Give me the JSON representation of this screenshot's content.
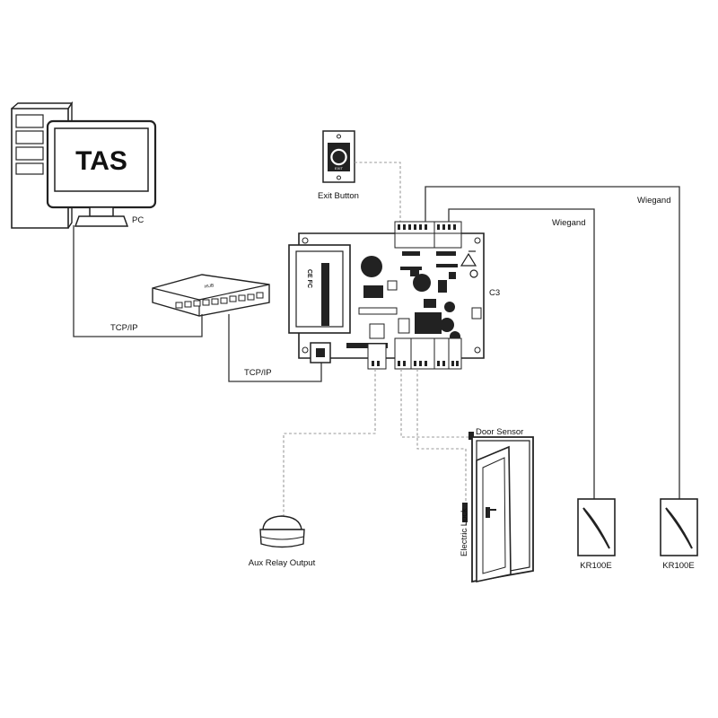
{
  "pc": {
    "screen_text": "TAS",
    "label": "PC"
  },
  "exit_button": {
    "label": "Exit Button",
    "face_text": "EXIT"
  },
  "controller": {
    "label": "C3",
    "cert_marks": "CE FC"
  },
  "switch": {
    "brand_text": "HUB"
  },
  "links": {
    "pc_to_switch": "TCP/IP",
    "switch_to_controller": "TCP/IP",
    "reader1_wire": "Wiegand",
    "reader2_wire": "Wiegand"
  },
  "door": {
    "sensor_label": "Door Sensor",
    "lock_label": "Electric Lock"
  },
  "aux": {
    "label": "Aux Relay Output"
  },
  "readers": [
    {
      "label": "KR100E"
    },
    {
      "label": "KR100E"
    }
  ]
}
